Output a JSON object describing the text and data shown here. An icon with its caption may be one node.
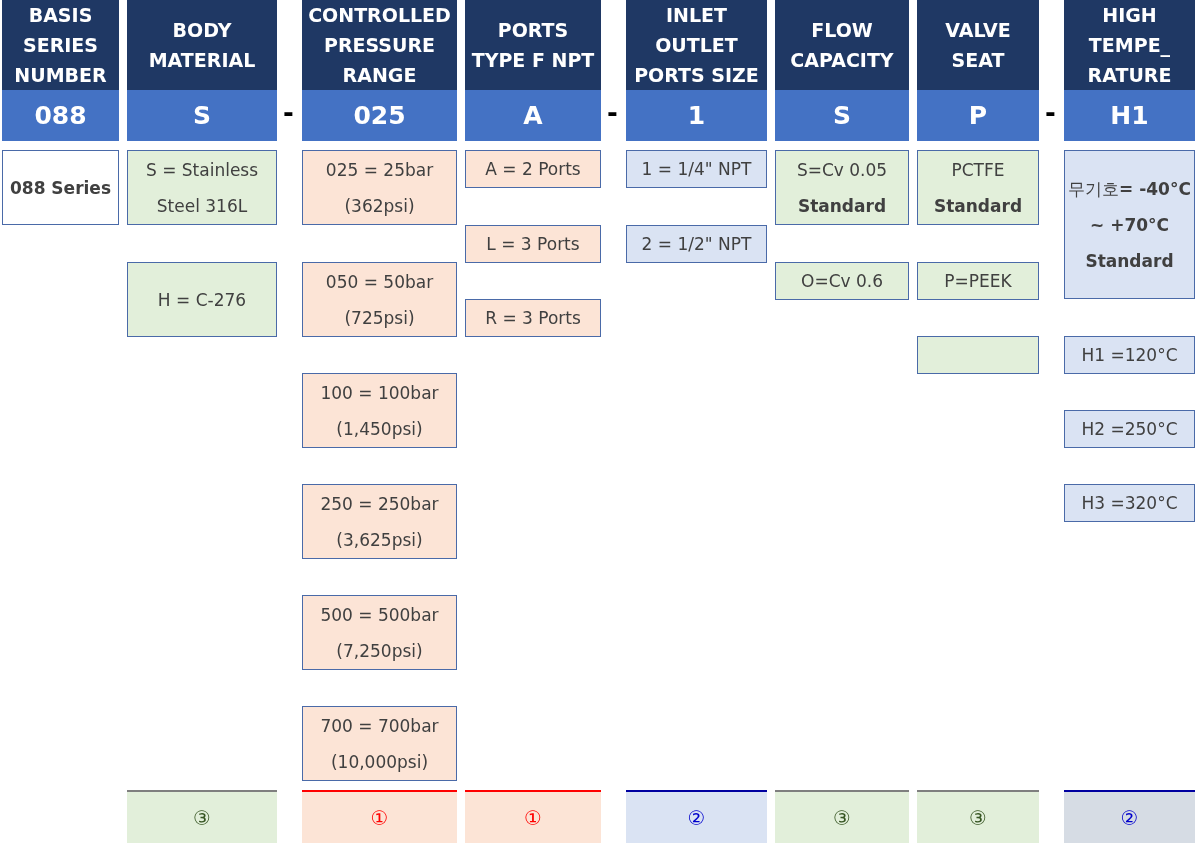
{
  "diagram": {
    "nodes": [
      {
        "text": [
          "BASIS SERIES NUMBER"
        ]
      },
      {
        "text": [
          "BODY MATERIAL"
        ]
      },
      {
        "text": [
          "CONTROLLED PRESSURE RANGE"
        ]
      },
      {
        "text": [
          "PORTS TYPE F NPT"
        ]
      },
      {
        "text": [
          "INLET OUTLET PORTS SIZE"
        ]
      },
      {
        "text": [
          "FLOW CAPACITY"
        ]
      },
      {
        "text": [
          "VALVE SEAT"
        ]
      },
      {
        "text": [
          "HIGH TEMPE_ RATURE"
        ]
      },
      {
        "text": [
          "088"
        ]
      },
      {
        "text": [
          "S"
        ]
      },
      {
        "text": [
          "025"
        ]
      },
      {
        "text": [
          "A"
        ]
      },
      {
        "text": [
          "1"
        ]
      },
      {
        "text": [
          "S"
        ]
      },
      {
        "text": [
          "P"
        ]
      },
      {
        "text": [
          "H1"
        ]
      },
      {
        "text": [
          "088 Series"
        ]
      },
      {
        "text": [
          "S = Stainless Steel 316L"
        ]
      },
      {
        "text": [
          "H = C-276"
        ]
      },
      {
        "text": [
          "025 = 25bar (362psi)"
        ]
      },
      {
        "text": [
          "050 = 50bar (725psi)"
        ]
      },
      {
        "text": [
          "100 = 100bar (1,450psi)"
        ]
      },
      {
        "text": [
          "250 = 250bar (3,625psi)"
        ]
      },
      {
        "text": [
          "500 = 500bar (7,250psi)"
        ]
      },
      {
        "text": [
          "700 = 700bar (10,000psi)"
        ]
      },
      {
        "text": [
          "A = 2 Ports"
        ]
      },
      {
        "text": [
          "L = 3 Ports"
        ]
      },
      {
        "text": [
          "R = 3 Ports"
        ]
      },
      {
        "text": [
          "1 = 1/4\" NPT"
        ]
      },
      {
        "text": [
          "2 = 1/2\" NPT"
        ]
      },
      {
        "text": [
          "S=Cv 0.05 **Standard**"
        ]
      },
      {
        "text": [
          "O=Cv 0.6"
        ]
      },
      {
        "text": [
          "PCTFE **Standard**"
        ]
      },
      {
        "text": [
          "P=PEEK"
        ]
      },
      {
        "text": [],
        "shape": "box"
      },
      {
        "text": [
          "무기호**= -40°C ~ +70°C Standard**"
        ]
      },
      {
        "text": [
          "H1 =120°C"
        ]
      },
      {
        "text": [
          "H2 =250°C"
        ]
      },
      {
        "text": [
          "H3 =320°C"
        ]
      },
      {
        "text": [
          "③"
        ]
      },
      {
        "text": [
          "①"
        ]
      },
      {
        "text": [
          "①"
        ]
      },
      {
        "text": [
          "②"
        ]
      },
      {
        "text": [
          "③"
        ]
      },
      {
        "text": [
          "③"
        ]
      },
      {
        "text": [
          "②"
        ]
      }
    ],
    "edges": [],
    "labels": [
      "-",
      "-",
      "-"
    ]
  }
}
